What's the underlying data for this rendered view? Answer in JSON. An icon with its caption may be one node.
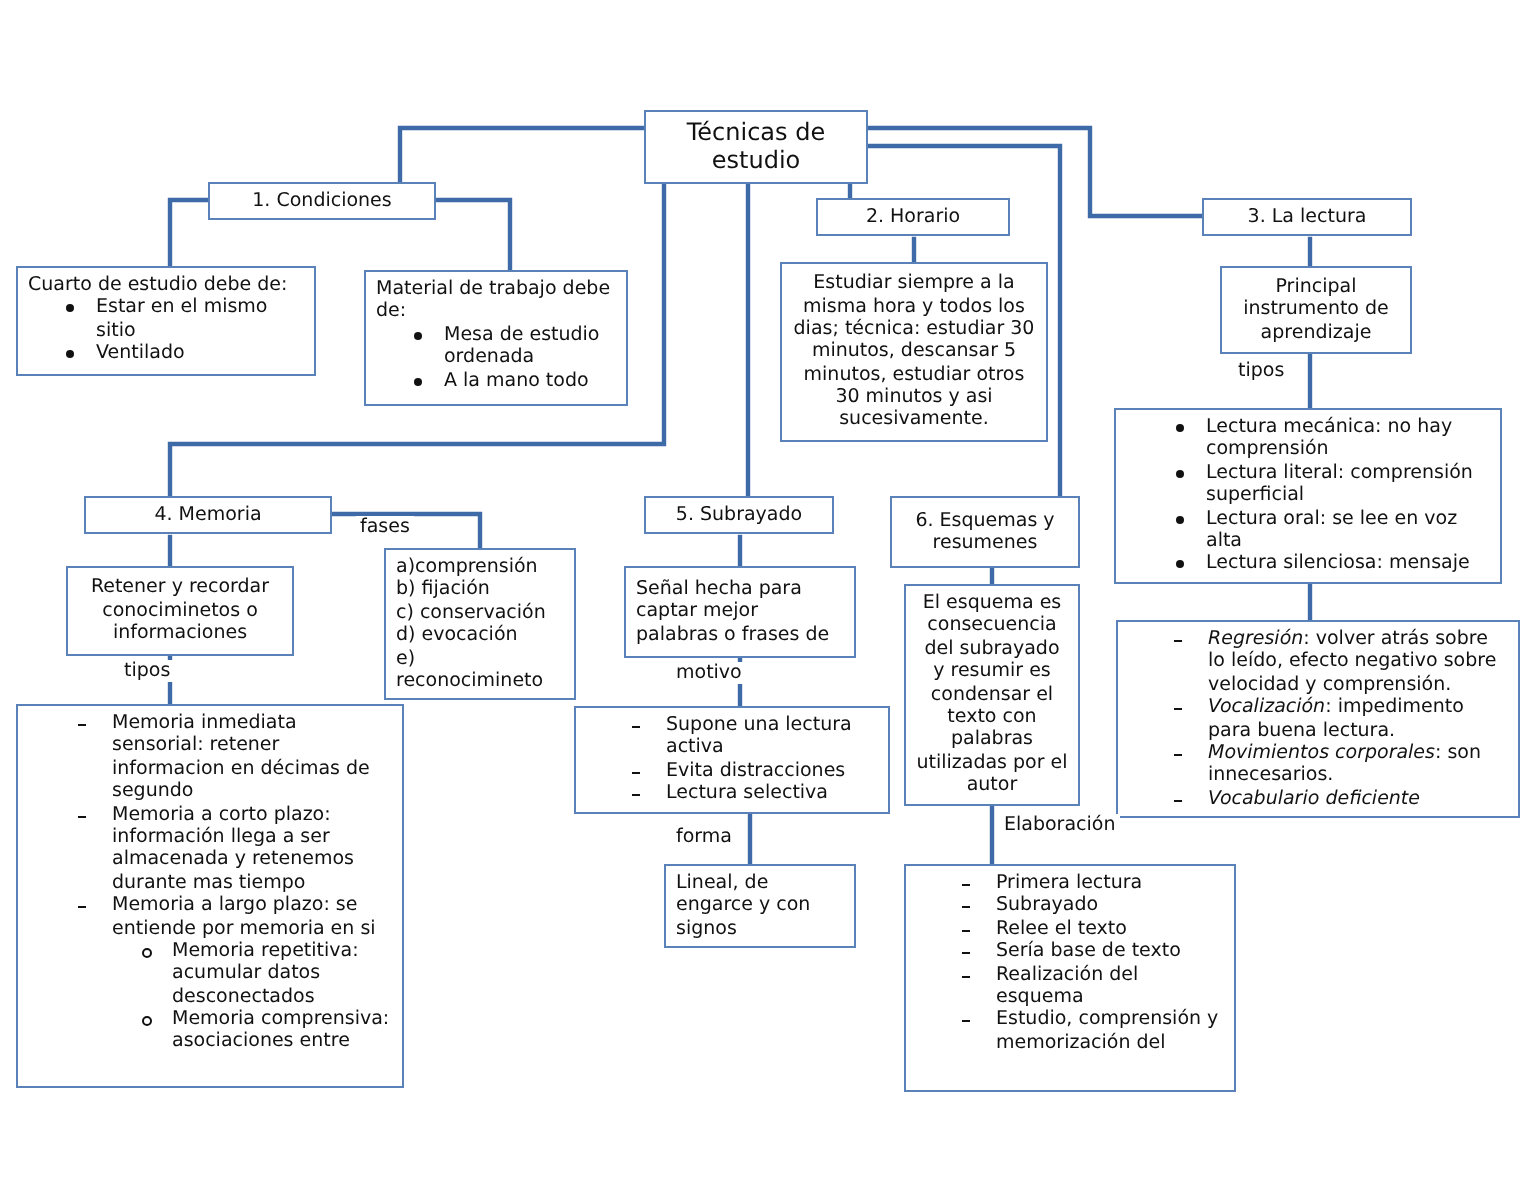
{
  "diagram": {
    "nodes": [
      {
        "text": [
          "Técnicas de estudio"
        ]
      },
      {
        "text": [
          "1. Condiciones"
        ]
      },
      {
        "text": [
          "Cuarto de estudio debe de:",
          "Estar en el mismo sitio",
          "Ventilado"
        ]
      },
      {
        "text": [
          "Material de trabajo debe de:",
          "Mesa de estudio ordenada",
          "A la mano todo"
        ]
      },
      {
        "text": [
          "2. Horario"
        ]
      },
      {
        "text": [
          "Estudiar siempre a la misma hora y todos los dias; técnica: estudiar 30 minutos, descansar 5 minutos, estudiar otros 30 minutos y asi sucesivamente."
        ]
      },
      {
        "text": [
          "3. La lectura"
        ]
      },
      {
        "text": [
          "Principal instrumento de aprendizaje"
        ]
      },
      {
        "text": [
          "Lectura mecánica: no hay comprensión",
          "Lectura literal: comprensión superficial",
          "Lectura oral: se lee en voz alta",
          "Lectura silenciosa: mensaje"
        ]
      },
      {
        "text": [
          "*Regresión*: volver atrás sobre lo leído, efecto negativo sobre velocidad y comprensión.",
          "*Vocalización*: impedimento para buena lectura.",
          "*Movimientos corporales*: son innecesarios.",
          "*Vocabulario deficiente*"
        ]
      },
      {
        "text": [
          "4. Memoria"
        ]
      },
      {
        "text": [
          "Retener y recordar conociminetos o informaciones"
        ]
      },
      {
        "text": [
          "a)comprensión",
          "b) fijación",
          "c) conservación",
          "d) evocación",
          "e) reconocimineto"
        ]
      },
      {
        "text": [
          "Memoria inmediata sensorial: retener informacion en décimas de segundo",
          "Memoria a corto plazo: información llega a ser almacenada y retenemos durante mas tiempo",
          "Memoria a largo plazo: se entiende por memoria en si",
          "Memoria repetitiva: acumular datos desconectados",
          "Memoria comprensiva: asociaciones entre"
        ]
      },
      {
        "text": [
          "5. Subrayado"
        ]
      },
      {
        "text": [
          "Señal hecha para captar mejor palabras o frases de"
        ]
      },
      {
        "text": [
          "Supone una lectura activa",
          "Evita distracciones",
          "Lectura selectiva"
        ]
      },
      {
        "text": [
          "Lineal, de engarce y con signos"
        ]
      },
      {
        "text": [
          "6. Esquemas y resumenes"
        ]
      },
      {
        "text": [
          "El esquema es consecuencia del subrayado y resumir es condensar el texto con palabras utilizadas por el autor"
        ]
      },
      {
        "text": [
          "Primera lectura",
          "Subrayado",
          "Relee el texto",
          "Sería base de texto",
          "Realización del esquema",
          "Estudio, comprensión y memorización del"
        ]
      }
    ],
    "edges": [
      {
        "from": 0,
        "to": 1,
        "arrow": "none"
      },
      {
        "from": 0,
        "to": 4,
        "arrow": "none"
      },
      {
        "from": 0,
        "to": 6,
        "arrow": "none"
      },
      {
        "from": 0,
        "to": 10,
        "arrow": "none"
      },
      {
        "from": 0,
        "to": 14,
        "arrow": "none"
      },
      {
        "from": 0,
        "to": 18,
        "arrow": "none"
      },
      {
        "from": 1,
        "to": 2,
        "arrow": "none"
      },
      {
        "from": 1,
        "to": 3,
        "arrow": "none"
      },
      {
        "from": 4,
        "to": 5,
        "arrow": "none"
      },
      {
        "from": 6,
        "to": 7,
        "arrow": "none"
      },
      {
        "from": 7,
        "to": 8,
        "arrow": "none",
        "label": "tipos"
      },
      {
        "from": 8,
        "to": 9,
        "arrow": "none"
      },
      {
        "from": 10,
        "to": 11,
        "arrow": "none"
      },
      {
        "from": 10,
        "to": 12,
        "arrow": "none",
        "label": "fases"
      },
      {
        "from": 11,
        "to": 13,
        "arrow": "none",
        "label": "tipos"
      },
      {
        "from": 14,
        "to": 15,
        "arrow": "none"
      },
      {
        "from": 15,
        "to": 16,
        "arrow": "none",
        "label": "motivo"
      },
      {
        "from": 16,
        "to": 17,
        "arrow": "none",
        "label": "forma"
      },
      {
        "from": 18,
        "to": 19,
        "arrow": "none"
      },
      {
        "from": 19,
        "to": 20,
        "arrow": "none",
        "label": "Elaboración"
      }
    ]
  }
}
